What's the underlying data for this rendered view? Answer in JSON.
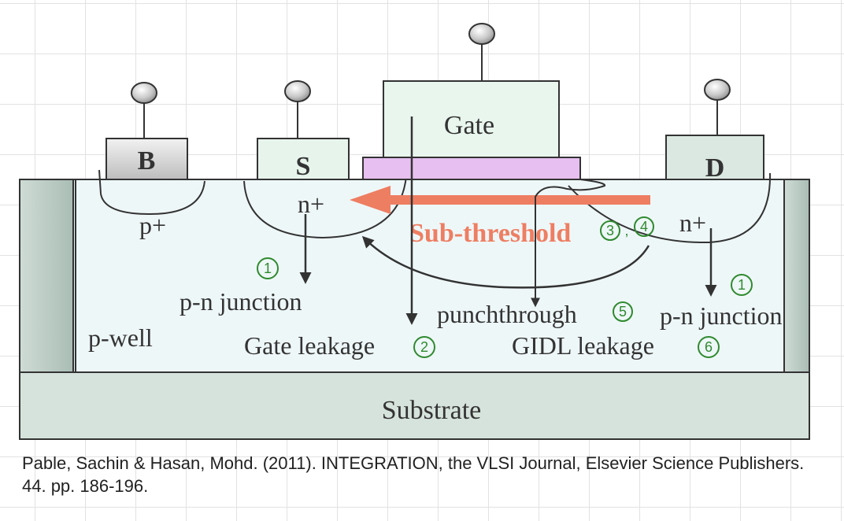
{
  "labels": {
    "gate": "Gate",
    "body": "B",
    "source": "S",
    "drain": "D",
    "p_plus": "p+",
    "n_plus_source": "n+",
    "n_plus_drain": "n+",
    "p_well": "p-well",
    "substrate": "Substrate",
    "sub_threshold": "Sub-threshold",
    "pn_junction_left": "p-n junction",
    "pn_junction_right": "p-n junction",
    "gate_leakage": "Gate leakage",
    "punchthrough": "punchthrough",
    "gidl_leakage": "GIDL leakage"
  },
  "annotations": {
    "mark_1_left": "1",
    "mark_1_right": "1",
    "mark_2": "2",
    "mark_3": "3",
    "mark_4": "4",
    "mark_5": "5",
    "mark_6": "6",
    "mark_3_4_separator": ","
  },
  "colors": {
    "well_fill": "#eef7f8",
    "terminal_fill": "#e7f4ec",
    "oxide_fill": "#e7bff0",
    "substrate_fill": "#d6e3dc",
    "subthreshold_arrow": "#ee7e62",
    "annotation_green": "#2f8a2f",
    "line": "#333333"
  },
  "citation": "Pable, Sachin & Hasan, Mohd. (2011). INTEGRATION, the VLSI Journal, Elsevier Science Publishers. 44. pp. 186-196."
}
